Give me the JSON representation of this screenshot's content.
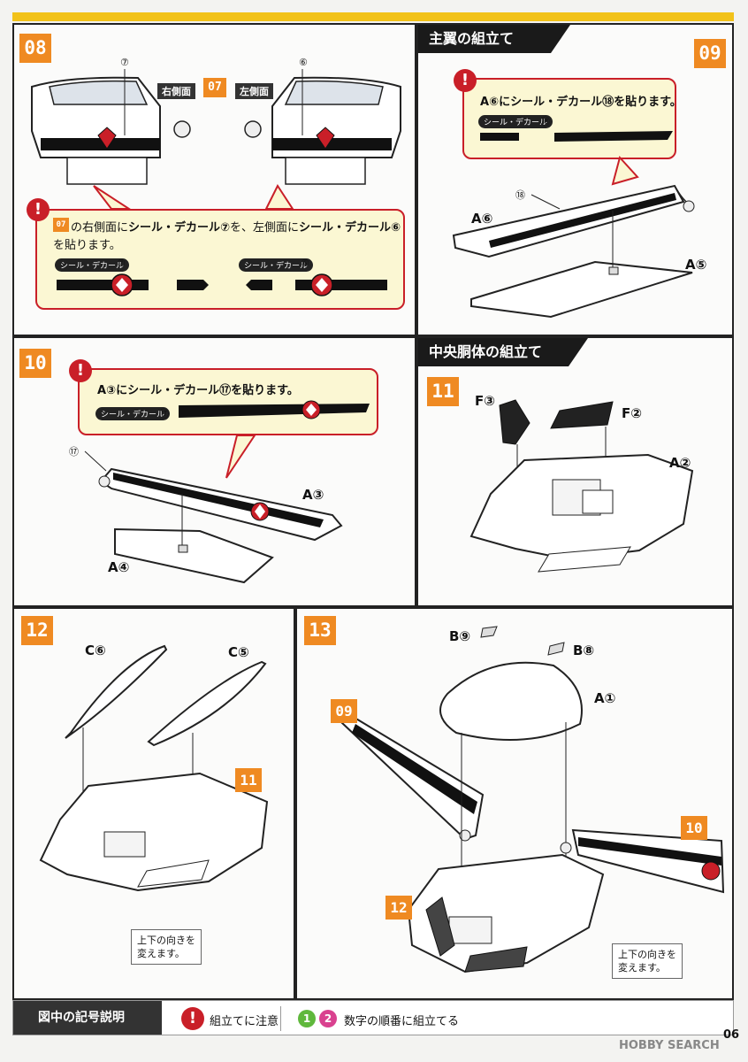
{
  "page": {
    "number": "06",
    "watermark": "HOBBY SEARCH"
  },
  "step08": {
    "number": "08",
    "right_side_tag": "右側面",
    "left_side_tag": "左側面",
    "ref_step": "07",
    "num_left": "⑦",
    "num_right": "⑥",
    "callout_ref": "07",
    "callout_line1_a": "の右側面に",
    "callout_line1_b": "シール・デカール⑦",
    "callout_line1_c": "を、左側面に",
    "callout_line1_d": "シール・デカール⑥",
    "callout_line2": "を貼ります。",
    "decal_chip": "シール・デカール",
    "decal_num_a": "⑦",
    "decal_num_b": "⑥"
  },
  "step09": {
    "number": "09",
    "section_title": "主翼の組立て",
    "callout": "A⑥にシール・デカール⑱を貼ります。",
    "decal_chip": "シール・デカール",
    "decal_num": "⑱",
    "part_num": "⑱",
    "part_a": "A⑥",
    "part_b": "A⑤"
  },
  "step10": {
    "number": "10",
    "callout": "A③にシール・デカール⑰を貼ります。",
    "decal_chip": "シール・デカール",
    "decal_num": "⑰",
    "part_num": "⑰",
    "part_a": "A③",
    "part_b": "A④"
  },
  "step11": {
    "number": "11",
    "section_title": "中央胴体の組立て",
    "part_f3": "F③",
    "part_f2": "F②",
    "part_a2": "A②"
  },
  "step12": {
    "number": "12",
    "part_c6": "C⑥",
    "part_c5": "C⑤",
    "ref_step": "11",
    "note_line1": "上下の向きを",
    "note_line2": "変えます。"
  },
  "step13": {
    "number": "13",
    "part_b9": "B⑨",
    "part_b8": "B⑧",
    "part_a1": "A①",
    "ref_09": "09",
    "ref_10": "10",
    "ref_12": "12",
    "note_line1": "上下の向きを",
    "note_line2": "変えます。"
  },
  "legend": {
    "title": "図中の記号説明",
    "warn_icon": "!",
    "warn_text": "組立てに注意",
    "order_1": "1",
    "order_2": "2",
    "order_text": "数字の順番に組立てる"
  },
  "colors": {
    "accent": "#ef8a22",
    "warning": "#c91f28",
    "callout_bg": "#fbf7d3",
    "topbar": "#f2c21a",
    "order_1": "#5fb83c",
    "order_2": "#d9418f"
  }
}
